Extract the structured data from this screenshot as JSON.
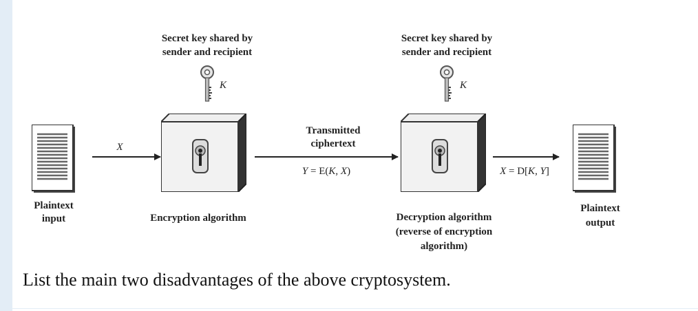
{
  "diagram": {
    "key_left": {
      "caption": [
        "Secret key shared by",
        "sender and recipient"
      ],
      "symbol": "K"
    },
    "key_right": {
      "caption": [
        "Secret key shared by",
        "sender and recipient"
      ],
      "symbol": "K"
    },
    "plaintext_in": {
      "label": [
        "Plaintext",
        "input"
      ]
    },
    "plaintext_out": {
      "label": [
        "Plaintext",
        "output"
      ]
    },
    "arrow_x": "X",
    "transmitted": [
      "Transmitted",
      "ciphertext"
    ],
    "y_equation": {
      "lhs": "Y",
      "eq": " = E(",
      "k": "K",
      "sep": ", ",
      "x": "X",
      "end": ")"
    },
    "x_equation": {
      "lhs": "X",
      "eq": " = D[",
      "k": "K",
      "sep": ", ",
      "y": "Y",
      "end": "]"
    },
    "encryption_label": "Encryption algorithm",
    "decryption_label": [
      "Decryption algorithm",
      "(reverse of encryption",
      "algorithm)"
    ]
  },
  "question": "List the main two disadvantages of the above cryptosystem."
}
